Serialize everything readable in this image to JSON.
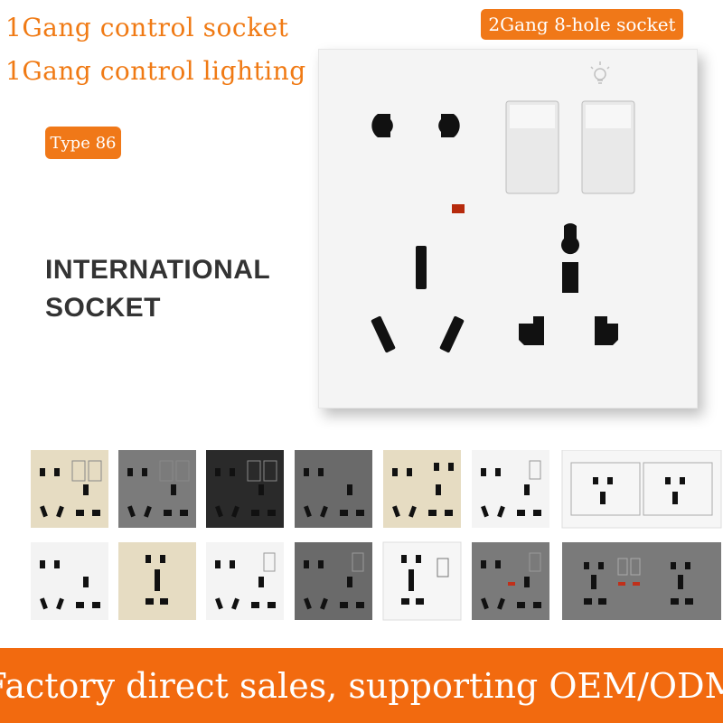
{
  "header": {
    "line1": "1Gang control socket",
    "line2": "1Gang control lighting",
    "type_badge": "Type 86",
    "top_badge": "2Gang 8-hole socket"
  },
  "headline": {
    "line1": "INTERNATIONAL",
    "line2": "SOCKET"
  },
  "footer": {
    "text": "Factory direct sales, supporting OEM/ODM"
  },
  "colors": {
    "accent": "#f07818",
    "footer_bar": "#f26a0f",
    "panel_white": "#f4f4f4"
  },
  "variants_row1": [
    {
      "color": "#e6dcc2",
      "style": "double-switch"
    },
    {
      "color": "#7b7b7b",
      "style": "double-switch"
    },
    {
      "color": "#2a2a2a",
      "style": "double-switch"
    },
    {
      "color": "#6a6a6a",
      "style": "double-socket"
    },
    {
      "color": "#e6dcc2",
      "style": "double-socket"
    },
    {
      "color": "#f4f4f4",
      "style": "single-switch"
    },
    {
      "color": "#f6f6f6",
      "style": "wide-double"
    }
  ],
  "variants_row2": [
    {
      "color": "#f3f3f3",
      "style": "double-socket"
    },
    {
      "color": "#e6dcc2",
      "style": "single-socket"
    },
    {
      "color": "#f4f4f4",
      "style": "single-switch"
    },
    {
      "color": "#6a6a6a",
      "style": "single-switch"
    },
    {
      "color": "#f6f6f6",
      "style": "single-switch"
    },
    {
      "color": "#7a7a7a",
      "style": "single-switch"
    },
    {
      "color": "#7a7a7a",
      "style": "wide-double"
    }
  ]
}
